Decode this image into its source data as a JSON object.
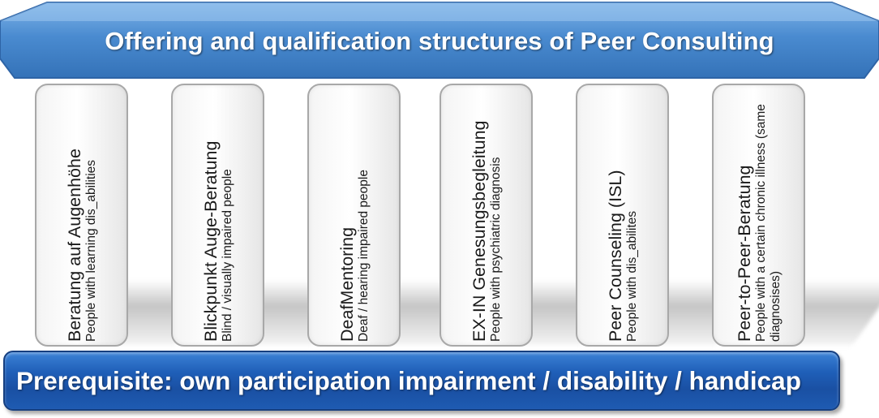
{
  "roof": {
    "title": "Offering and qualification structures of Peer Consulting"
  },
  "pillars": [
    {
      "name": "Beratung auf Augenhöhe",
      "desc": "People with learning dis_abilities"
    },
    {
      "name": "Blickpunkt Auge-Beratung",
      "desc": "Blind / visually impaired people"
    },
    {
      "name": "DeafMentoring",
      "desc": "Deaf / hearing impaired people"
    },
    {
      "name": "EX-IN Genesungsbegleitung",
      "desc": "People with psychiatric diagnosis"
    },
    {
      "name": "Peer Counseling (ISL)",
      "desc": "People with dis_abilites"
    },
    {
      "name": "Peer-to-Peer-Beratung",
      "desc": "People with a certain chronic illness (same diagnosises)"
    }
  ],
  "base": {
    "label": "Prerequisite: own participation impairment / disability / handicap"
  },
  "colors": {
    "roof_blue": "#4f91d2",
    "base_blue": "#1f5fb8",
    "pillar_border": "#a8a8a8"
  }
}
